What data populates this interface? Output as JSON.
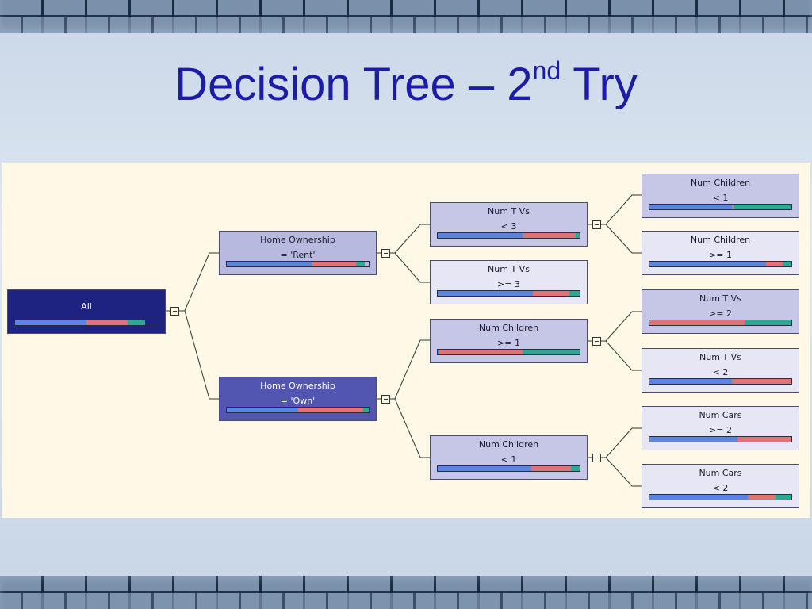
{
  "slide": {
    "title_main": "Decision Tree – 2",
    "title_sup": "nd",
    "title_end": " Try"
  },
  "tree": {
    "root": {
      "label": "All",
      "bar": [
        0.5,
        0.29,
        0.12
      ]
    },
    "home_rent": {
      "line1": "Home Ownership",
      "line2": "= 'Rent'",
      "bar": [
        0.6,
        0.31,
        0.06
      ]
    },
    "home_own": {
      "line1": "Home Ownership",
      "line2": "= 'Own'",
      "bar": [
        0.5,
        0.46,
        0.04
      ]
    },
    "tvs_lt3": {
      "line1": "Num T Vs",
      "line2": "< 3",
      "bar": [
        0.6,
        0.37,
        0.03
      ]
    },
    "tvs_ge3": {
      "line1": "Num T Vs",
      "line2": ">= 3",
      "bar": [
        0.67,
        0.26,
        0.07
      ]
    },
    "children_ge1": {
      "line1": "Num Children",
      "line2": ">= 1",
      "bar": [
        0.01,
        0.59,
        0.4
      ]
    },
    "children_lt1": {
      "line1": "Num Children",
      "line2": "< 1",
      "bar": [
        0.66,
        0.28,
        0.06
      ]
    },
    "c_lt1": {
      "line1": "Num Children",
      "line2": "< 1",
      "bar": [
        0.58,
        0.02,
        0.4
      ]
    },
    "c_ge1": {
      "line1": "Num Children",
      "line2": ">= 1",
      "bar": [
        0.82,
        0.12,
        0.06
      ]
    },
    "t_ge2": {
      "line1": "Num T Vs",
      "line2": ">= 2",
      "bar": [
        0.0,
        0.67,
        0.33
      ]
    },
    "t_lt2": {
      "line1": "Num T Vs",
      "line2": "< 2",
      "bar": [
        0.58,
        0.42,
        0.0
      ]
    },
    "cars_ge2": {
      "line1": "Num Cars",
      "line2": ">= 2",
      "bar": [
        0.62,
        0.38,
        0.0
      ]
    },
    "cars_lt2": {
      "line1": "Num Cars",
      "line2": "< 2",
      "bar": [
        0.69,
        0.2,
        0.11
      ]
    }
  },
  "colors": {
    "blue": "#5b86e0",
    "red": "#e07373",
    "teal": "#2fa893",
    "title": "#1c1ca8"
  }
}
